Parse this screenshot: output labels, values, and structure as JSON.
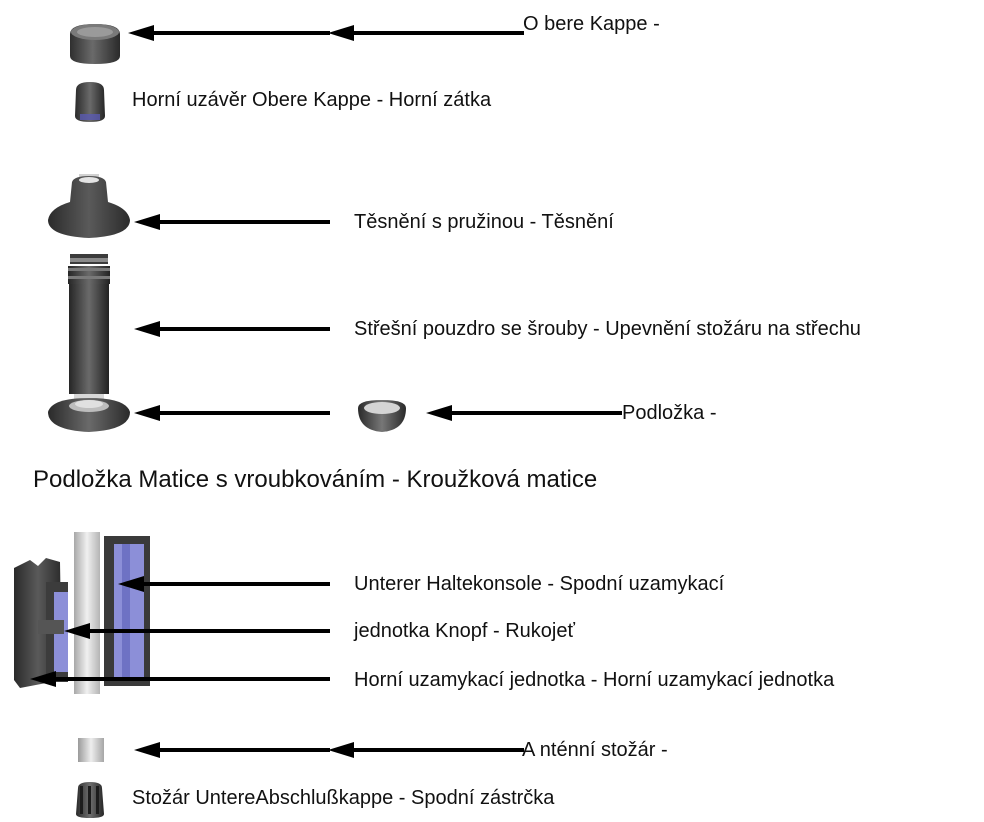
{
  "labels": {
    "obere_kappe": "O bere Kappe -",
    "horni_uzaver": "Horní uzávěr Obere Kappe - Horní zátka",
    "tesneni": "Těsnění s pružinou - Těsnění",
    "stresni_pouzdro": "Střešní pouzdro se šrouby - Upevnění stožáru na střechu",
    "podlozka": "Podložka -",
    "podlozka_matice": "Podložka Matice s vroubkováním - Kroužková matice",
    "unterer_haltekonsole": "Unterer Haltekonsole - Spodní uzamykací",
    "jednotka_knopf": "jednotka Knopf - Rukojeť",
    "horni_uzamykaci": "Horní uzamykací jednotka - Horní uzamykací jednotka",
    "antenni_stozar": "A nténní stožár -",
    "stozar_untere": "Stožár UntereAbschlußkappe - Spodní zástrčka"
  },
  "parts": {
    "top_cap": "top-cap",
    "top_plug": "top-plug",
    "spring_seal": "spring-seal",
    "roof_sleeve": "roof-sleeve",
    "washer": "washer",
    "knurled_ring_nut": "knurled-ring-nut",
    "lower_bracket": "lower-bracket",
    "mast_segment": "mast-segment",
    "bottom_plug": "bottom-plug"
  },
  "colors": {
    "part_dark": "#3a3a3a",
    "mast_light": "#d9d9d9",
    "bracket_blue": "#8c8fd8",
    "arrow": "#000000"
  }
}
